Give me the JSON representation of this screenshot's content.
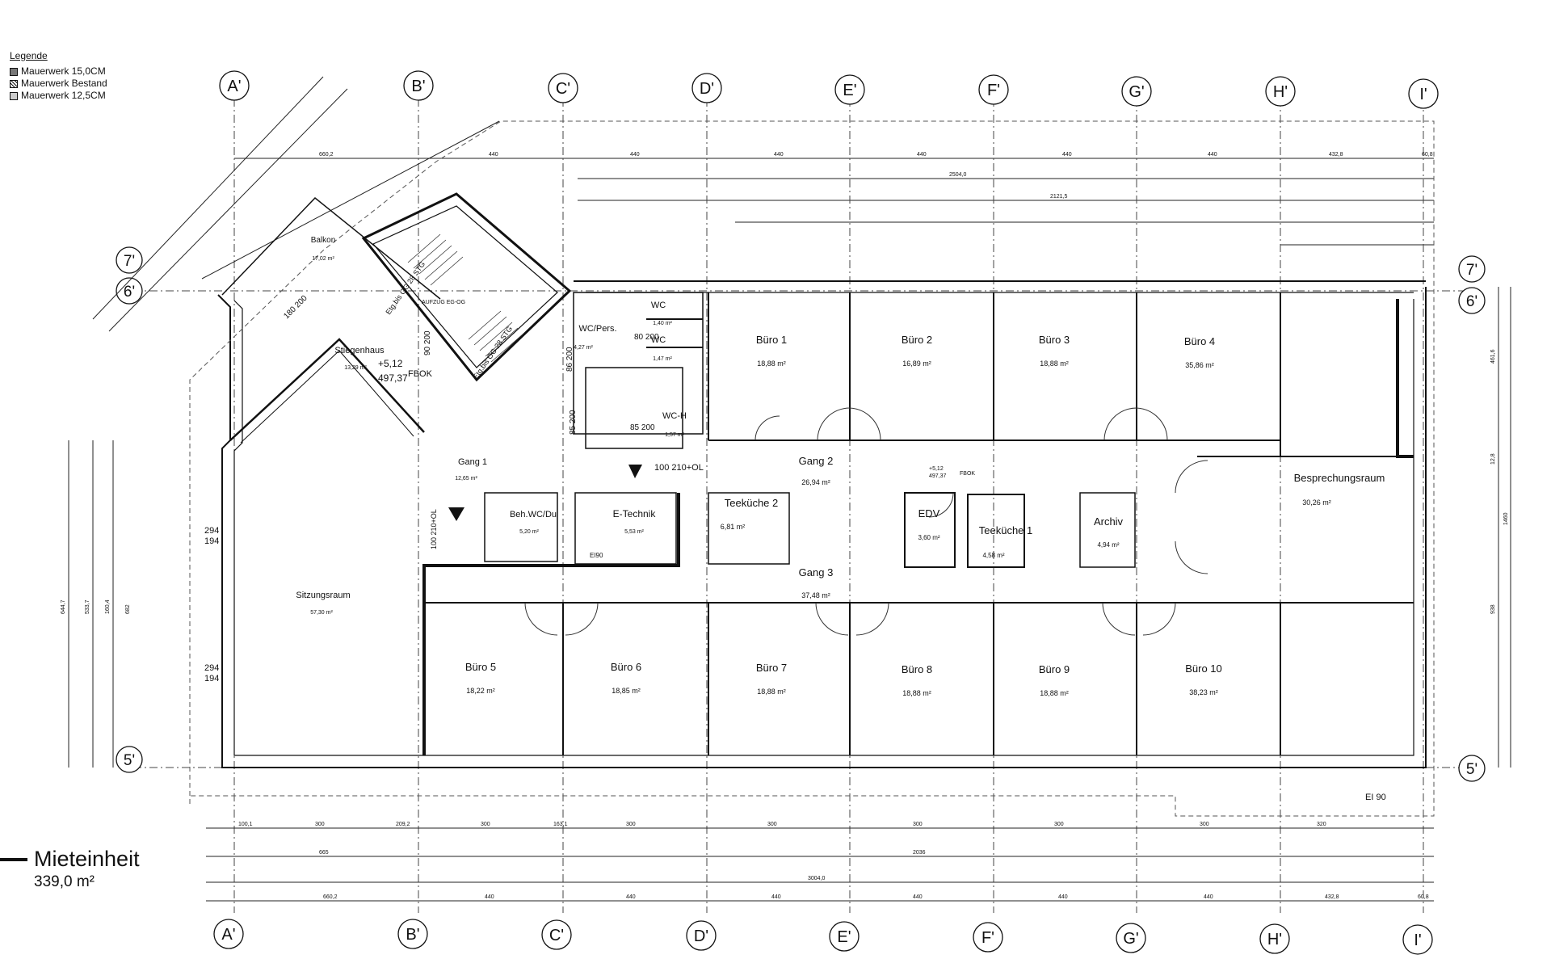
{
  "legend": {
    "title": "Legende",
    "items": [
      "Mauerwerk 15,0CM",
      "Mauerwerk Bestand",
      "Mauerwerk 12,5CM"
    ]
  },
  "unit": {
    "title": "Mieteinheit",
    "area": "339,0 m²"
  },
  "axes_top": [
    "A'",
    "B'",
    "C'",
    "D'",
    "E'",
    "F'",
    "G'",
    "H'",
    "I'"
  ],
  "axes_bottom": [
    "A'",
    "B'",
    "C'",
    "D'",
    "E'",
    "F'",
    "G'",
    "H'",
    "I'"
  ],
  "axes_side": [
    "7'",
    "6'",
    "5'"
  ],
  "rooms": {
    "buero1": {
      "name": "Büro 1",
      "area": "18,88 m²"
    },
    "buero2": {
      "name": "Büro 2",
      "area": "16,89 m²"
    },
    "buero3": {
      "name": "Büro 3",
      "area": "18,88 m²"
    },
    "buero4": {
      "name": "Büro 4",
      "area": "35,86 m²"
    },
    "buero5": {
      "name": "Büro 5",
      "area": "18,22 m²"
    },
    "buero6": {
      "name": "Büro 6",
      "area": "18,85 m²"
    },
    "buero7": {
      "name": "Büro 7",
      "area": "18,88 m²"
    },
    "buero8": {
      "name": "Büro 8",
      "area": "18,88 m²"
    },
    "buero9": {
      "name": "Büro 9",
      "area": "18,88 m²"
    },
    "buero10": {
      "name": "Büro 10",
      "area": "38,23 m²"
    },
    "gang1": {
      "name": "Gang 1",
      "area": "12,65 m²"
    },
    "gang2": {
      "name": "Gang 2",
      "area": "26,94 m²"
    },
    "gang3": {
      "name": "Gang 3",
      "area": "37,48 m²"
    },
    "besprechung": {
      "name": "Besprechungsraum",
      "area": "30,26 m²"
    },
    "teekueche2": {
      "name": "Teeküche 2",
      "area": "6,81 m²"
    },
    "teekueche1": {
      "name": "Teeküche 1",
      "area": "4,58 m²"
    },
    "edv": {
      "name": "EDV",
      "area": "3,60 m²"
    },
    "archiv": {
      "name": "Archiv",
      "area": "4,94 m²"
    },
    "sitzung": {
      "name": "Sitzungsraum",
      "area": "57,30 m²"
    },
    "balkon": {
      "name": "Balkon",
      "area": "17,02 m²"
    },
    "stiegen": {
      "name": "Stiegenhaus",
      "area": "13,29 m²"
    },
    "technik": {
      "name": "E-Technik",
      "area": "5,53 m²"
    },
    "behwc": {
      "name": "Beh.WC/Du",
      "area": "5,20 m²"
    },
    "wc1": {
      "name": "WC",
      "area": "1,40 m²"
    },
    "wc2": {
      "name": "WC",
      "area": "1,47 m²"
    },
    "wcpers": {
      "name": "WC/Pers.",
      "area": "4,27 m²"
    },
    "wch": {
      "name": "WC-H",
      "area": "1,57 m²"
    }
  },
  "annotations": {
    "aufzug": "AUFZUG EG-OG",
    "level_stair": "+5,12",
    "level_stair2": "497,37",
    "fbok": "FBOK",
    "level_center": "+5,12",
    "level_center2": "497,37",
    "door_100_210": "100 210+OL",
    "door_100_210_left": "100 210+OL",
    "ei90_bottom": "EI 90",
    "ei90_small": "EI90",
    "stair_up": "Etg.bis OG 28 STG",
    "stair_down": "Etg.bis OG 28 STG",
    "door_80_200": "80 200",
    "door_85_200": "85 200",
    "door_180_200": "180 200",
    "door_90_200": "90 200",
    "door_86_200": "86 200",
    "door_85_200_b": "85 200"
  },
  "dimensions": {
    "top1": [
      "660,2",
      "440",
      "440",
      "440",
      "440",
      "440",
      "440",
      "432,8",
      "60,8"
    ],
    "top2": "2504,0",
    "top3": "2121,5",
    "bottom1": [
      "100,1",
      "300",
      "209,2",
      "300",
      "163,1",
      "300",
      "300",
      "300",
      "300",
      "300",
      "320"
    ],
    "bottom2": [
      "665",
      "2036"
    ],
    "bottom3": "3004,0",
    "bottom4": [
      "660,2",
      "440",
      "440",
      "440",
      "440",
      "440",
      "440",
      "432,8",
      "60,8"
    ],
    "right": [
      "461,6",
      "12,8",
      "1460",
      "938"
    ],
    "left": [
      "644,7",
      "533,7",
      "160,4",
      "682"
    ],
    "heights_left": [
      "294",
      "194",
      "294",
      "194"
    ]
  }
}
